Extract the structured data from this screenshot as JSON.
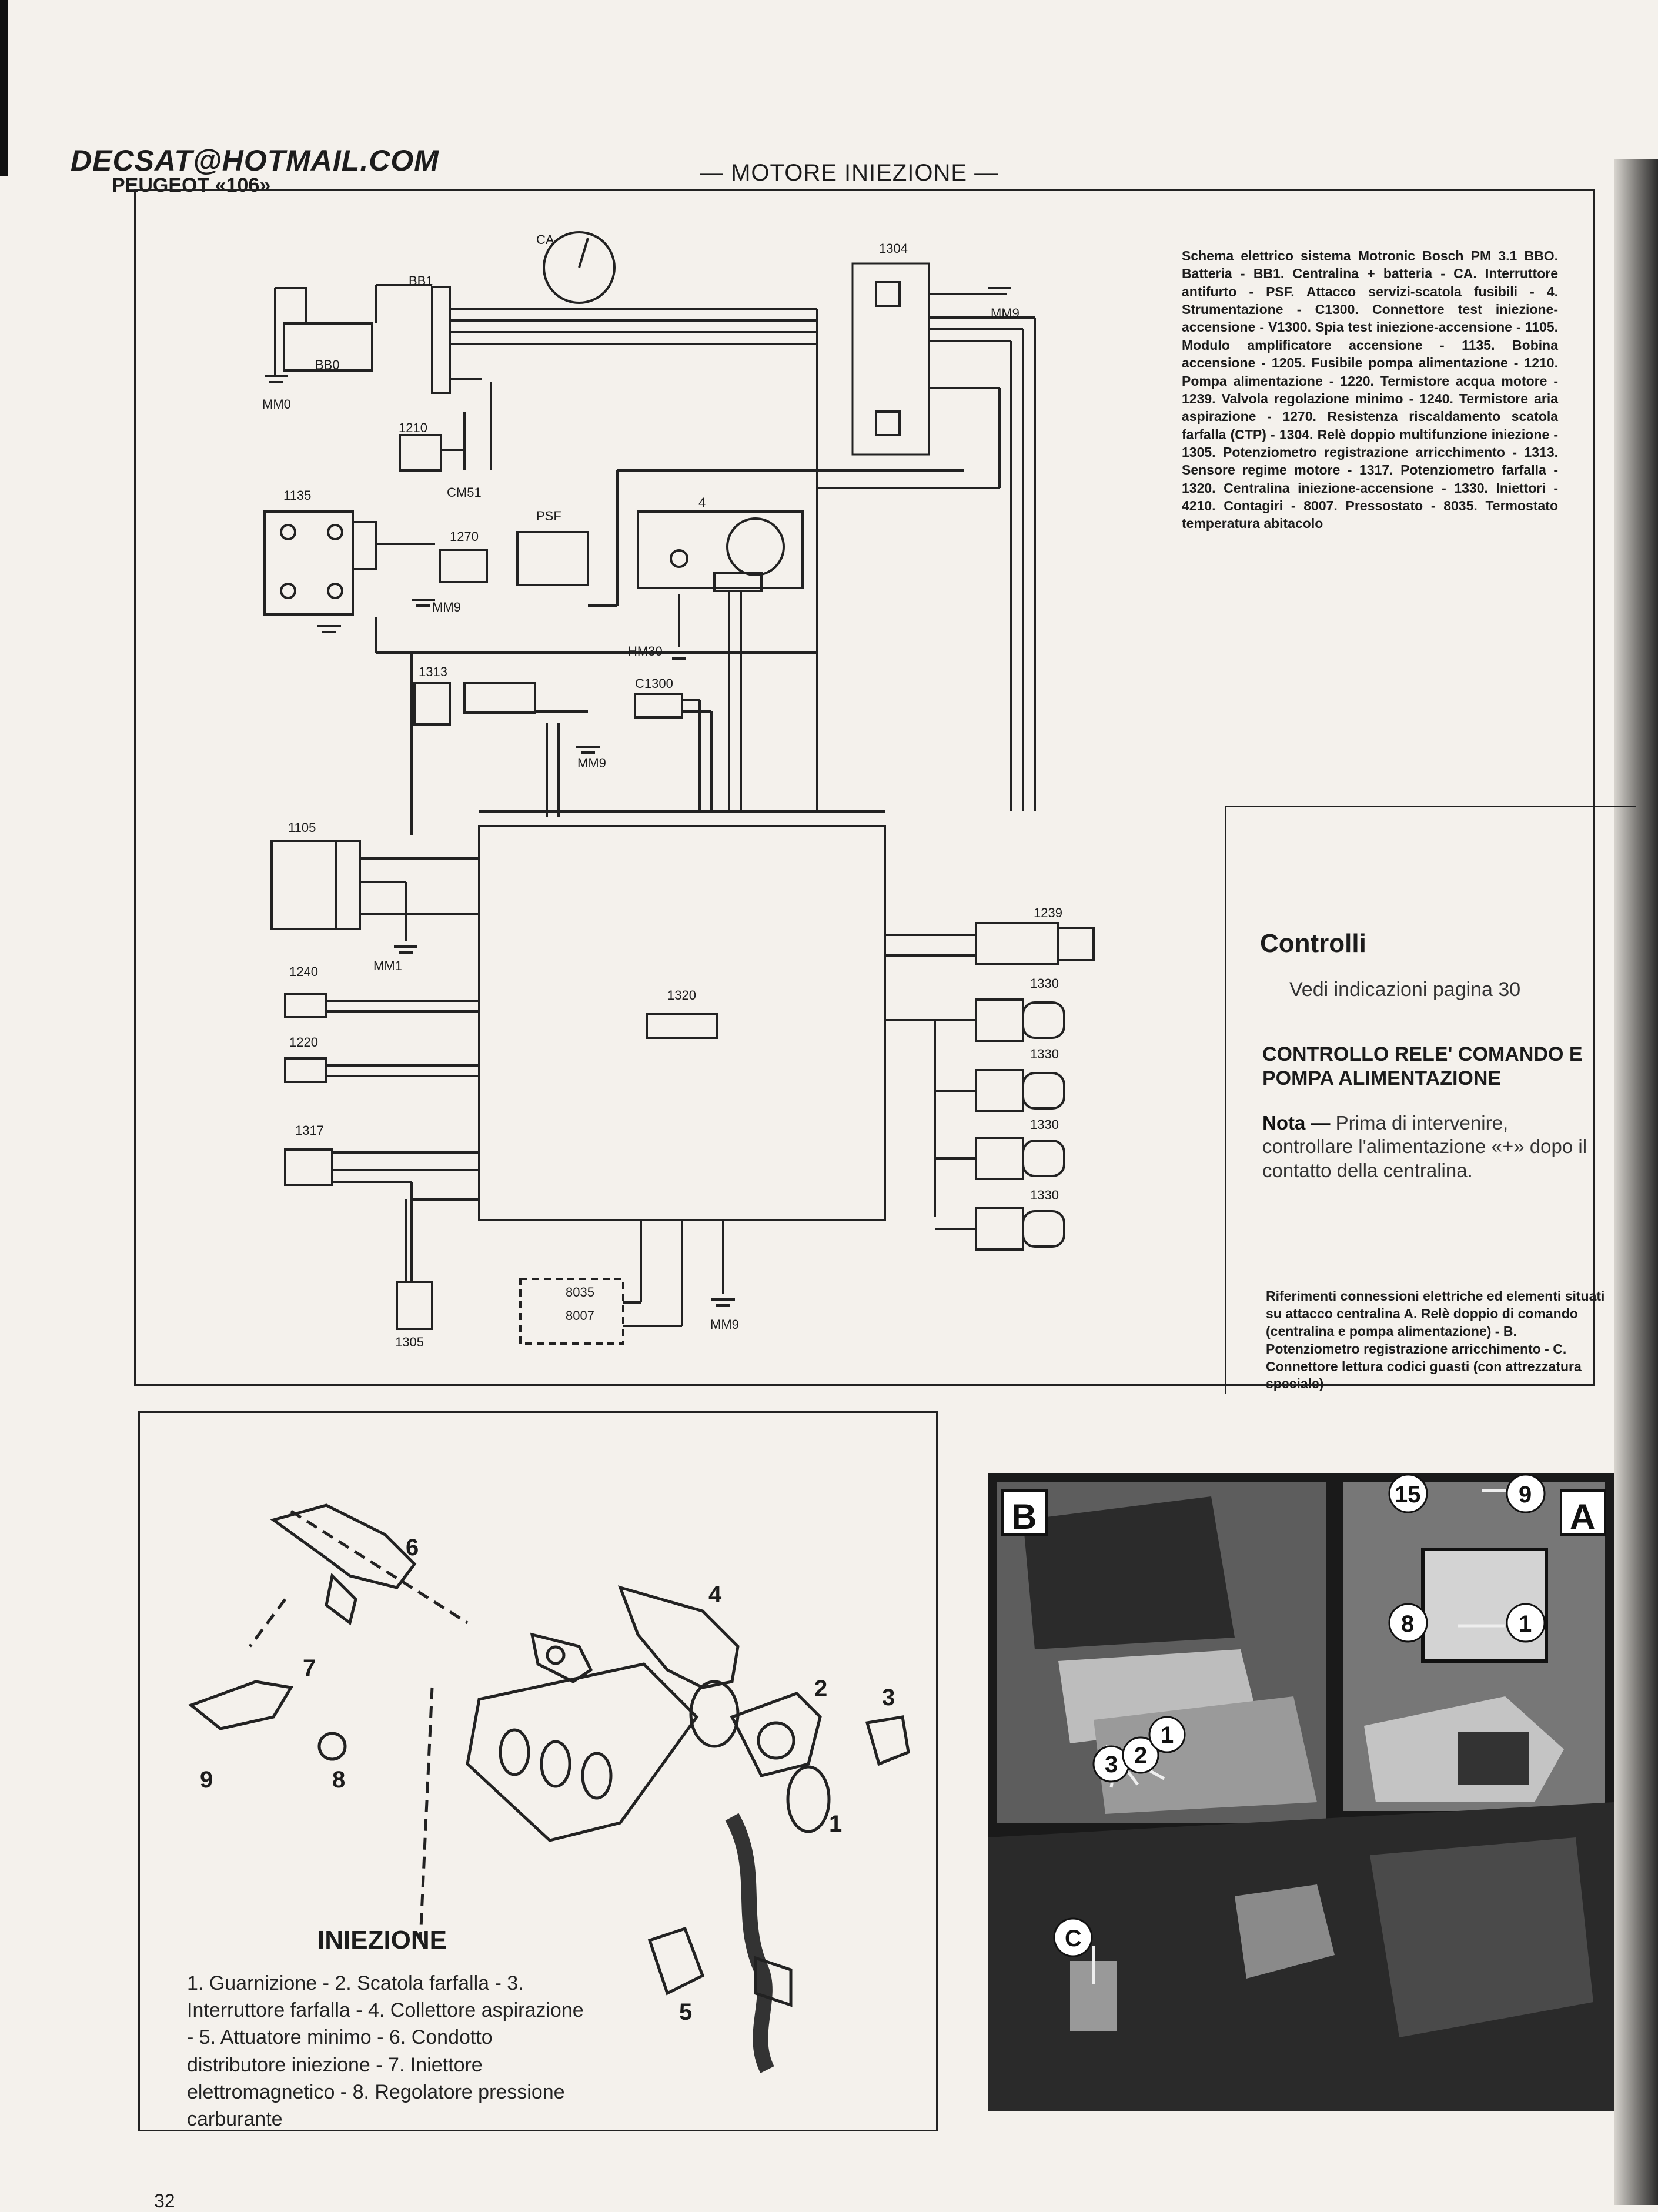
{
  "header": {
    "email": "DECSAT@HOTMAIL.COM",
    "brand": "PEUGEOT «106»",
    "section": "— MOTORE INIEZIONE —"
  },
  "wiring_diagram": {
    "labels": {
      "ca": "CA",
      "bb1": "BB1",
      "bb0": "BB0",
      "mm0": "MM0",
      "p1304": "1304",
      "mm9_a": "MM9",
      "p1210": "1210",
      "cm51": "CM51",
      "p1135": "1135",
      "p1270": "1270",
      "mm9_b": "MM9",
      "psf": "PSF",
      "p4": "4",
      "hm30": "HM30",
      "p1313": "1313",
      "c1300": "C1300",
      "mm9_c": "MM9",
      "p1105": "1105",
      "mm1": "MM1",
      "p1240": "1240",
      "p1220": "1220",
      "p1317": "1317",
      "p1320": "1320",
      "p1239": "1239",
      "p1330_a": "1330",
      "p1330_b": "1330",
      "p1330_c": "1330",
      "p1330_d": "1330",
      "p8035": "8035",
      "p8007": "8007",
      "mm9_d": "MM9",
      "p1305": "1305"
    }
  },
  "legend_text": "Schema elettrico sistema Motronic Bosch PM 3.1 BBO. Batteria - BB1. Centralina + batteria - CA. Interruttore antifurto - PSF. Attacco servizi-scatola fusibili - 4. Strumentazione - C1300. Connettore test iniezione-accensione - V1300. Spia test iniezione-accensione - 1105. Modulo amplificatore accensione - 1135. Bobina accensione - 1205. Fusibile pompa alimentazione - 1210. Pompa alimentazione - 1220. Termistore acqua motore - 1239. Valvola regolazione minimo - 1240. Termistore aria aspirazione - 1270. Resistenza riscaldamento scatola farfalla (CTP) - 1304. Relè doppio multifunzione iniezione - 1305. Potenziometro registrazione arricchimento - 1313. Sensore regime motore - 1317. Potenziometro farfalla - 1320. Centralina iniezione-accensione - 1330. Iniettori - 4210. Contagiri - 8007. Pressostato - 8035. Termostato temperatura abitacolo",
  "controls": {
    "title": "Controlli",
    "see": "Vedi indicazioni pagina 30",
    "subtitle": "CONTROLLO RELE' COMANDO E POMPA ALIMENTAZIONE",
    "note_label": "Nota —",
    "note_text": " Prima di intervenire, controllare l'alimentazione «+» dopo il contatto della centralina.",
    "references": "Riferimenti connessioni elettriche ed elementi situati su attacco centralina A. Relè doppio di comando (centralina e pompa alimentazione) - B. Potenziometro registrazione arricchimento - C. Connettore lettura codici guasti (con attrezzatura speciale)"
  },
  "injection": {
    "title": "INIEZIONE",
    "caption": "1. Guarnizione - 2. Scatola farfalla - 3. Interruttore farfalla - 4. Collettore aspirazione - 5. Attuatore minimo - 6. Condotto distributore iniezione - 7. Iniettore elettromagnetico - 8. Regolatore pressione carburante",
    "callouts": [
      "1",
      "2",
      "3",
      "4",
      "5",
      "6",
      "7",
      "8",
      "9"
    ]
  },
  "photo_labels": {
    "b": "B",
    "a": "A",
    "c": "C",
    "n15": "15",
    "n9": "9",
    "n8": "8",
    "n1": "1",
    "n3": "3",
    "n2": "2",
    "n1b": "1"
  },
  "page_number": "32"
}
